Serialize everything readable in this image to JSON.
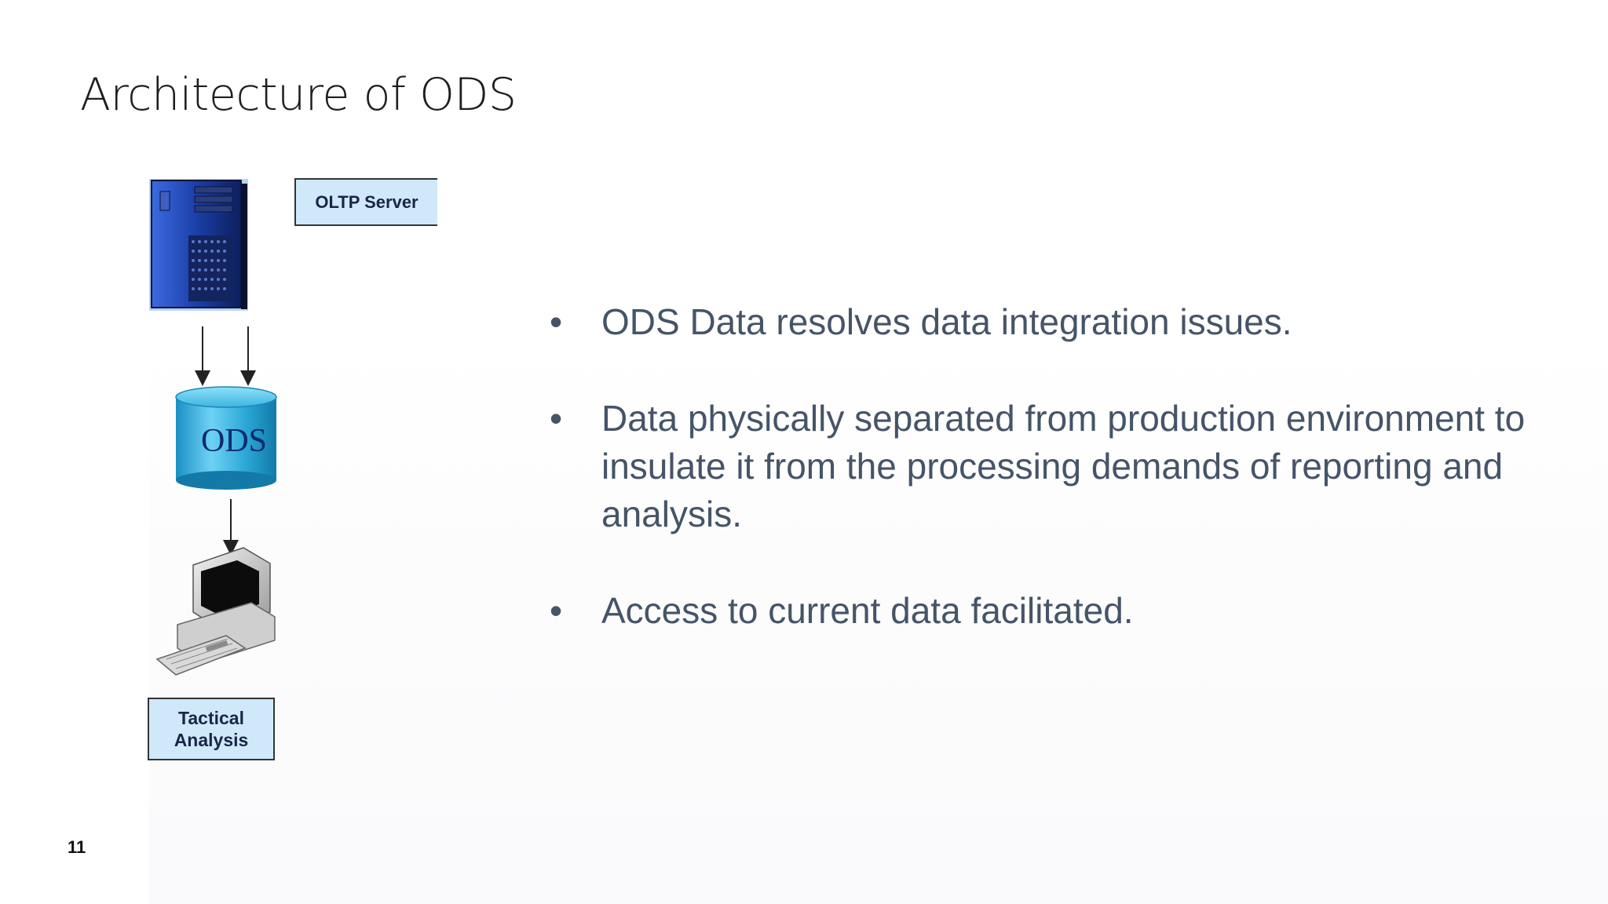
{
  "slide": {
    "title": "Architecture of ODS",
    "page_number": "11"
  },
  "diagram": {
    "server_label": "OLTP Server",
    "ods_label": "ODS",
    "analysis_label_line1": "Tactical",
    "analysis_label_line2": "Analysis",
    "icons": [
      "server-tower-icon",
      "database-cylinder-icon",
      "desktop-computer-icon"
    ],
    "colors": {
      "cylinder": "#2aa7d6",
      "label_fill": "#cfe9fb",
      "server": "#1c3a9a"
    }
  },
  "bullets": {
    "marker": "•",
    "items": [
      "ODS Data resolves data integration issues.",
      "Data physically separated from production environment to insulate it from the processing demands of reporting and analysis.",
      "Access to current data facilitated."
    ]
  }
}
